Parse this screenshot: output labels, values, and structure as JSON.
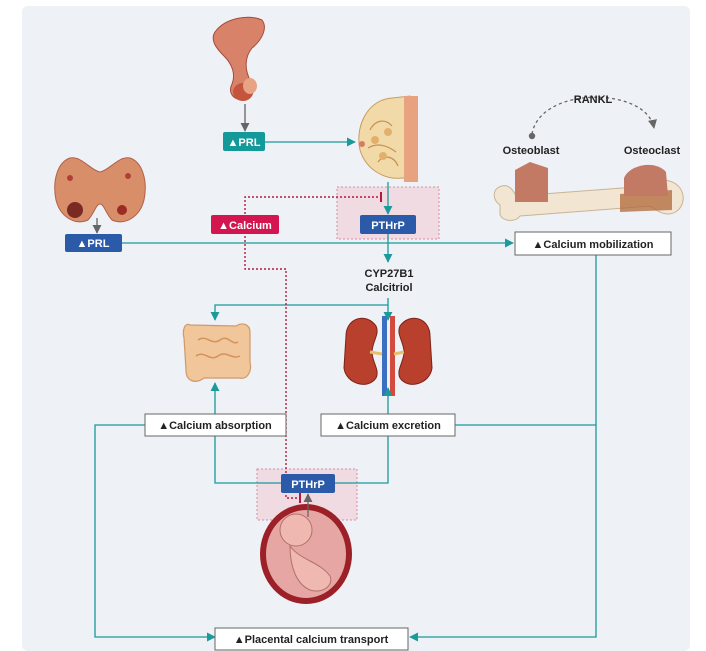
{
  "boxes": {
    "prl_pituitary": "▲PRL",
    "prl_thyroid": "▲PRL",
    "calcium": "▲Calcium",
    "pthrp_breast": "PTHrP",
    "calcium_mobilization": "▲Calcium mobilization",
    "calcium_absorption": "▲Calcium absorption",
    "calcium_excretion": "▲Calcium excretion",
    "pthrp_placenta": "PTHrP",
    "placental_transport": "▲Placental calcium transport"
  },
  "labels": {
    "rankl": "RANKL",
    "osteoblast": "Osteoblast",
    "osteoclast": "Osteoclast",
    "cyp27b1": "CYP27B1",
    "calcitriol": "Calcitriol"
  },
  "colors": {
    "teal": "#14999b",
    "navy": "#2a5aa8",
    "crimson": "#d3164f",
    "pink_zone": "#f1dbe3",
    "arrow": "#1a9a9b",
    "gray": "#666666"
  },
  "icons": [
    "pituitary-gland-icon",
    "breast-gland-icon",
    "thyroid-gland-icon",
    "bone-icon",
    "intestine-icon",
    "kidney-icon",
    "fetus-icon"
  ]
}
